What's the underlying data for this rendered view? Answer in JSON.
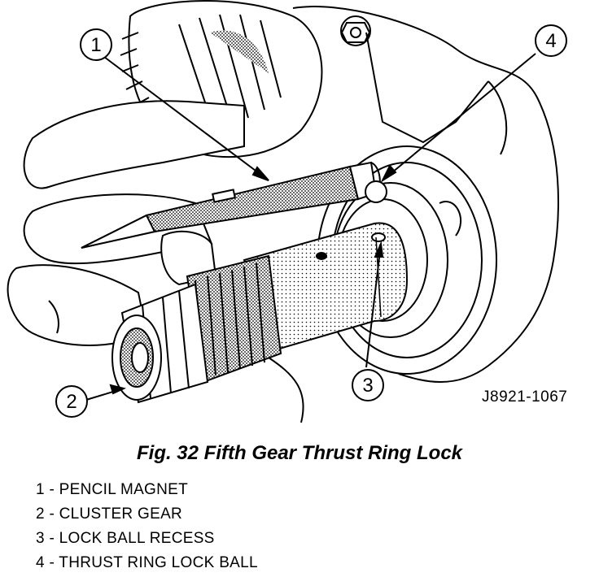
{
  "figure": {
    "code": "J8921-1067",
    "caption": "Fig. 32 Fifth Gear Thrust Ring Lock"
  },
  "callouts": [
    "1",
    "2",
    "3",
    "4"
  ],
  "legend": [
    "1 - PENCIL MAGNET",
    "2 - CLUSTER GEAR",
    "3 - LOCK BALL RECESS",
    "4 - THRUST RING LOCK BALL"
  ]
}
